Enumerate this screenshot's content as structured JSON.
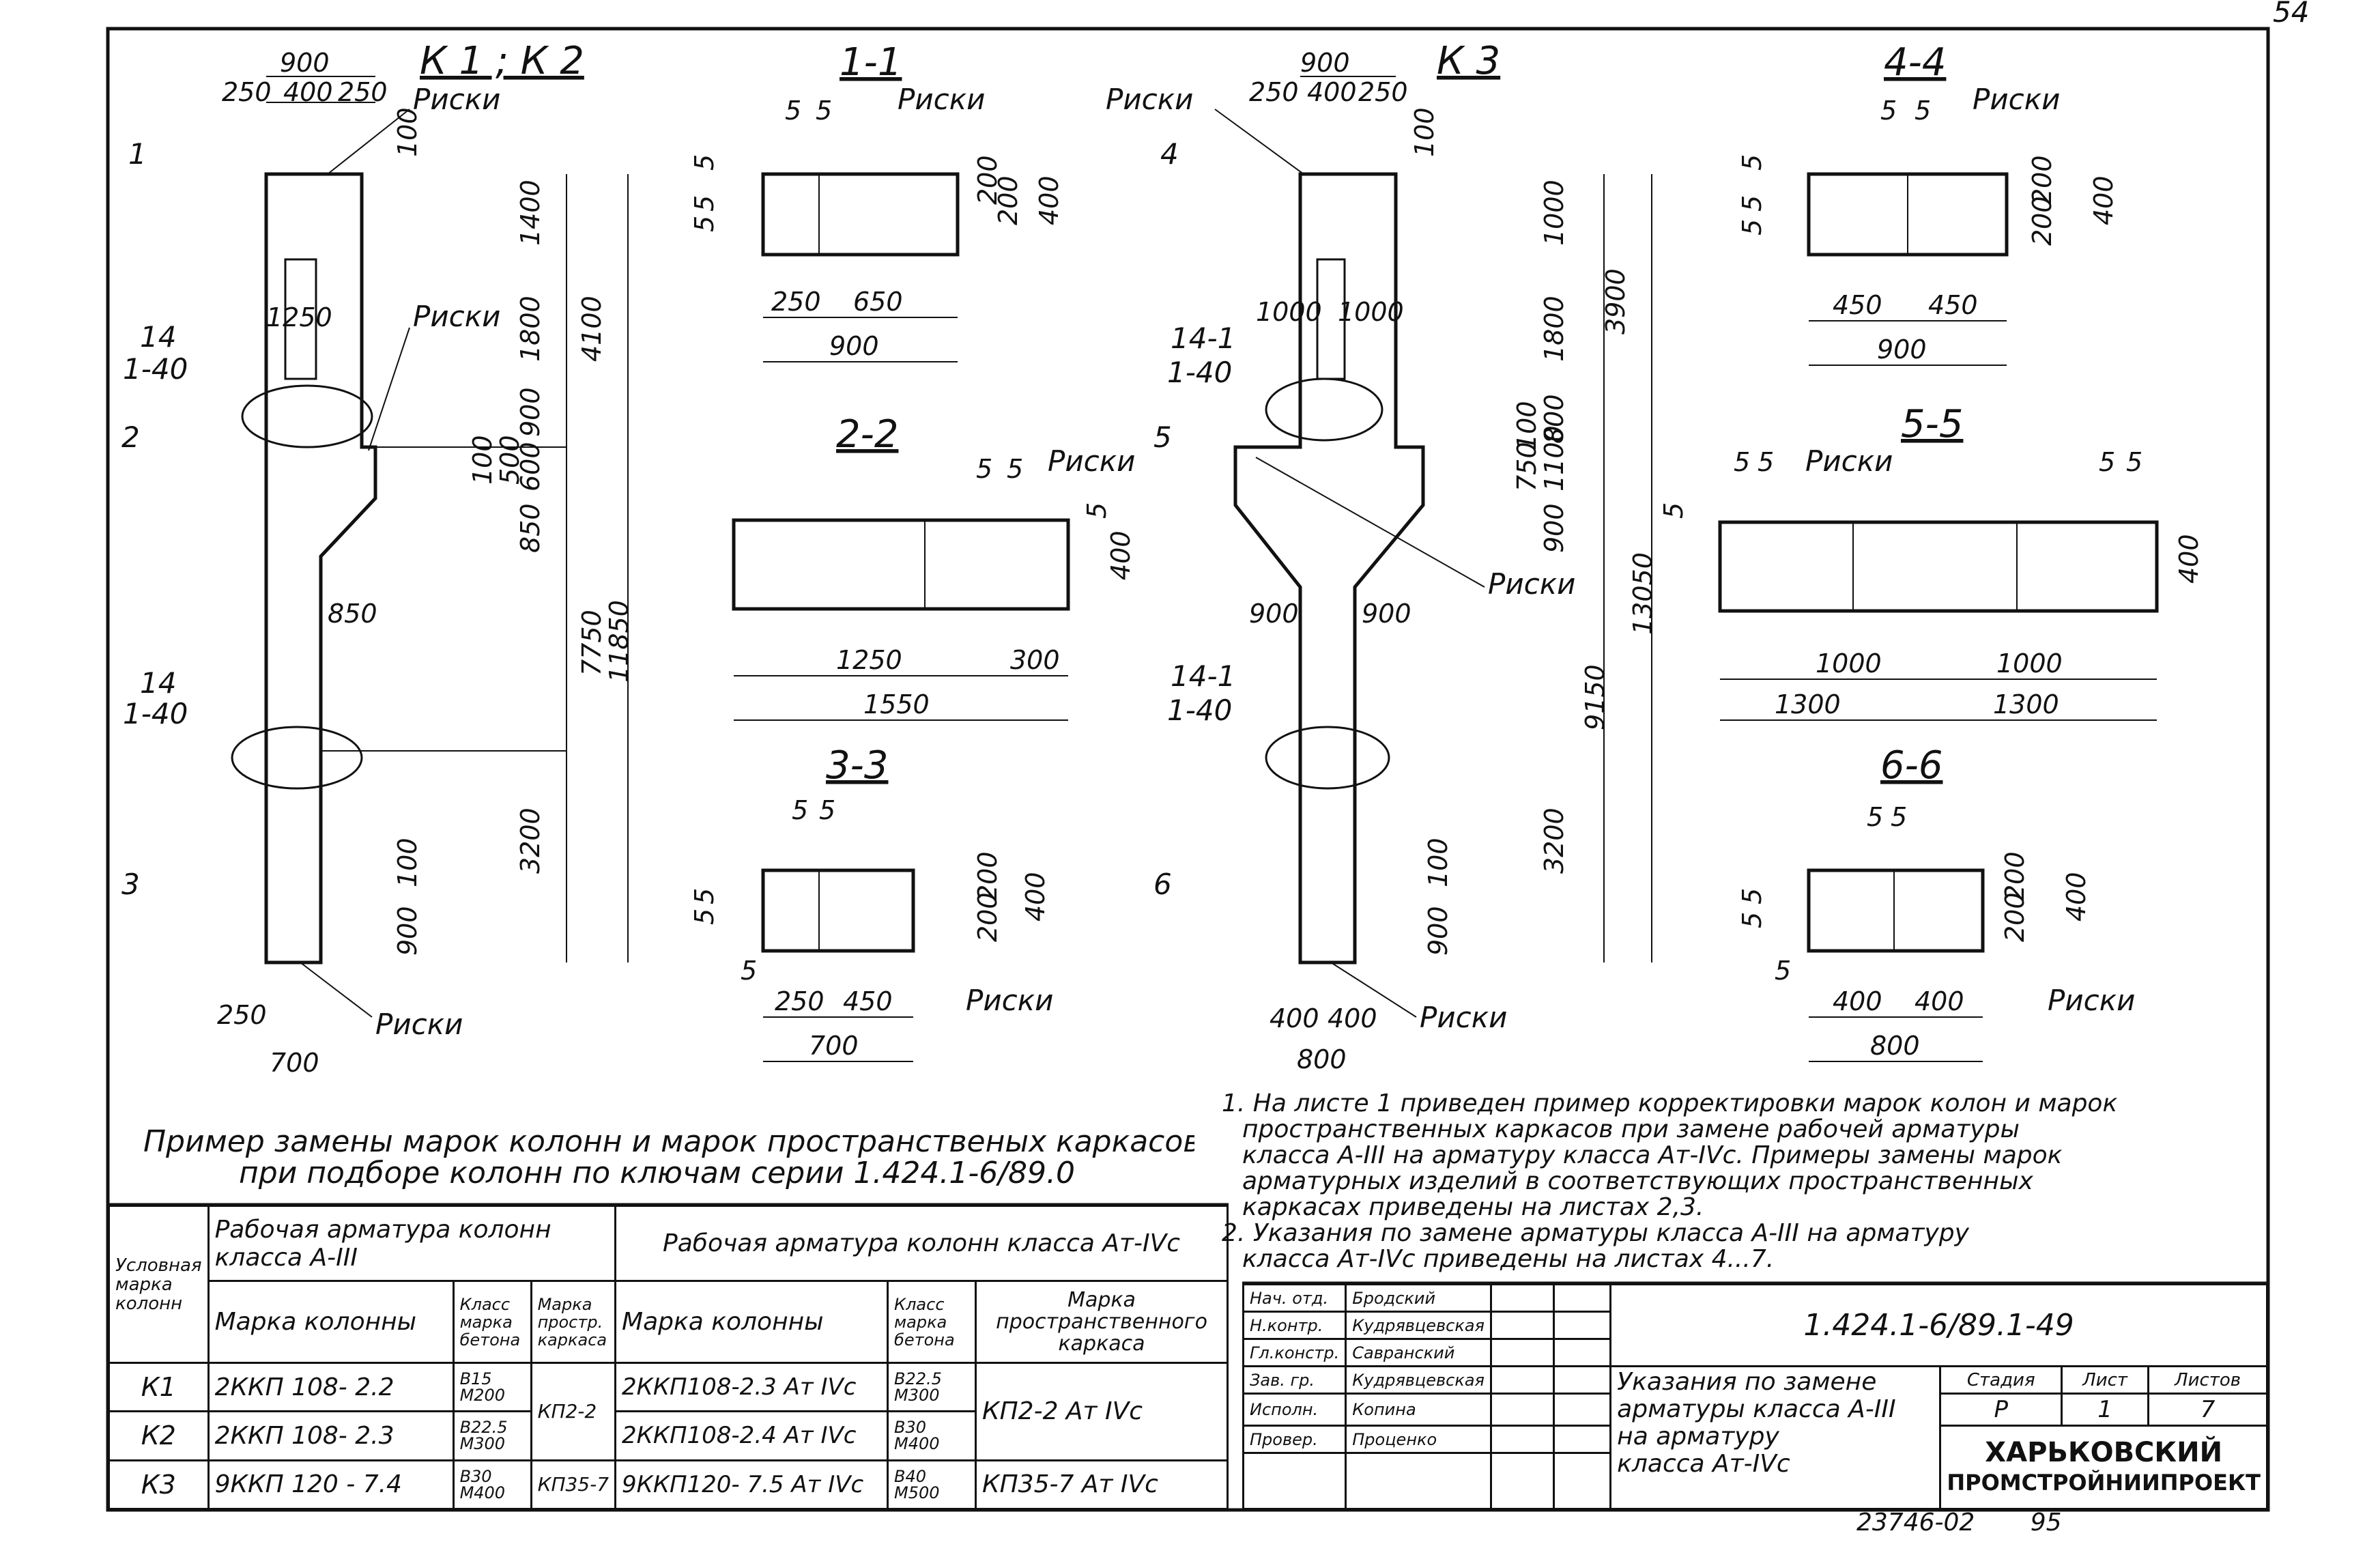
{
  "page_number": "54",
  "views": {
    "k1k2": {
      "title": "К 1 ; К 2",
      "dims": [
        "900",
        "250",
        "400",
        "250",
        "100",
        "1400",
        "1800",
        "4100",
        "1250",
        "900",
        "100",
        "500",
        "600",
        "850",
        "11850",
        "7750",
        "850",
        "3200",
        "100",
        "900",
        "250",
        "700"
      ],
      "marks": [
        "Риски",
        "Риски",
        "Риски"
      ],
      "cuts": [
        "1",
        "2",
        "3"
      ],
      "callouts": [
        {
          "top": "14",
          "bottom": "1-40"
        },
        {
          "top": "14",
          "bottom": "1-40"
        }
      ]
    },
    "k3": {
      "title": "К 3",
      "dims": [
        "900",
        "250",
        "400",
        "250",
        "100",
        "1000",
        "1800",
        "3900",
        "1000",
        "1000",
        "100",
        "800",
        "750",
        "1100",
        "900",
        "13050",
        "900",
        "900",
        "9150",
        "3200",
        "100",
        "900",
        "400",
        "400",
        "800"
      ],
      "marks": [
        "Риски",
        "Риски",
        "Риски"
      ],
      "cuts": [
        "4",
        "5",
        "6"
      ],
      "callouts": [
        {
          "top": "14-1",
          "bottom": "1-40"
        },
        {
          "top": "14-1",
          "bottom": "1-40"
        }
      ]
    },
    "s11": {
      "title": "1-1",
      "marks": [
        "Риски"
      ],
      "dims": [
        "5",
        "5",
        "5",
        "5",
        "5",
        "200",
        "200",
        "400",
        "250",
        "650",
        "900"
      ]
    },
    "s22": {
      "title": "2-2",
      "marks": [
        "Риски"
      ],
      "dims": [
        "5",
        "5",
        "5",
        "400",
        "1250",
        "300",
        "1550"
      ]
    },
    "s33": {
      "title": "3-3",
      "marks": [
        "Риски"
      ],
      "dims": [
        "5",
        "5",
        "5",
        "5",
        "200",
        "200",
        "400",
        "5",
        "250",
        "450",
        "700"
      ]
    },
    "s44": {
      "title": "4-4",
      "marks": [
        "Риски"
      ],
      "dims": [
        "5",
        "5",
        "5",
        "5",
        "5",
        "200",
        "200",
        "400",
        "450",
        "450",
        "900"
      ]
    },
    "s55": {
      "title": "5-5",
      "marks": [
        "Риски"
      ],
      "dims": [
        "5",
        "5",
        "5",
        "5",
        "5",
        "400",
        "1000",
        "1000",
        "1300",
        "1300"
      ]
    },
    "s66": {
      "title": "6-6",
      "marks": [
        "Риски"
      ],
      "dims": [
        "5",
        "5",
        "5",
        "5",
        "200",
        "200",
        "400",
        "5",
        "400",
        "400",
        "800"
      ]
    }
  },
  "example_title": [
    "Пример замены марок колонн и марок пространственых каркасов",
    "при подборе колонн по ключам серии 1.424.1-6/89.0"
  ],
  "notes": [
    "1. На листе 1 приведен пример корректировки марок колон и марок",
    "пространственных каркасов при замене рабочей арматуры",
    "класса А-III на арматуру класса Ат-IVс. Примеры замены марок",
    "арматурных изделий в соответствующих пространственных",
    "каркасах приведены на листах 2,3.",
    "2. Указания по замене арматуры класса А-III на арматуру",
    "класса Ат-IVс приведены на листах 4...7."
  ],
  "table": {
    "h_cond": "Условная марка колонн",
    "h_a3": "Рабочая арматура колонн класса А-III",
    "h_at": "Рабочая арматура колонн класса Ат-IVс",
    "h_col": "Марка колонны",
    "h_class": "Класс марка бетона",
    "h_cage": "Марка простр. каркаса",
    "h_cage2": "Марка пространственного каркаса",
    "rows": [
      {
        "c": "К1",
        "m1": "2ККП 108- 2.2",
        "b1": "В15 М200",
        "m2": "2ККП108-2.3 Ат IVс",
        "b2": "В22.5 М300"
      },
      {
        "c": "К2",
        "m1": "2ККП 108- 2.3",
        "b1": "В22.5 М300",
        "m2": "2ККП108-2.4 Ат IVс",
        "b2": "В30 М400"
      },
      {
        "c": "К3",
        "m1": "9ККП 120 - 7.4",
        "b1": "В30 М400",
        "m2": "9ККП120- 7.5 Ат IVс",
        "b2": "В40 М500"
      }
    ],
    "k1k2_cage": "КП2-2",
    "k3_cage": "КП35-7",
    "k1k2_cage2": "КП2-2 Ат IVс",
    "k3_cage2": "КП35-7 Ат IVс"
  },
  "stamp": {
    "code": "1.424.1-6/89.1-49",
    "roles": [
      "Нач. отд.",
      "Н.контр.",
      "Гл.констр.",
      "Зав. гр.",
      "Исполн.",
      "Провер."
    ],
    "names": [
      "Бродский",
      "Кудрявцевская",
      "Савранский",
      "Кудрявцевская",
      "Копина",
      "Проценко"
    ],
    "title": [
      "Указания по замене",
      "арматуры класса А-III",
      "на арматуру",
      "класса Ат-IVс"
    ],
    "h_stage": "Стадия",
    "h_sheet": "Лист",
    "h_sheets": "Листов",
    "stage": "Р",
    "sheet": "1",
    "sheets": "7",
    "org": [
      "ХАРЬКОВСКИЙ",
      "ПРОМСТРОЙНИИПРОЕКТ"
    ]
  },
  "footer": {
    "number": "23746-02",
    "page": "95"
  }
}
